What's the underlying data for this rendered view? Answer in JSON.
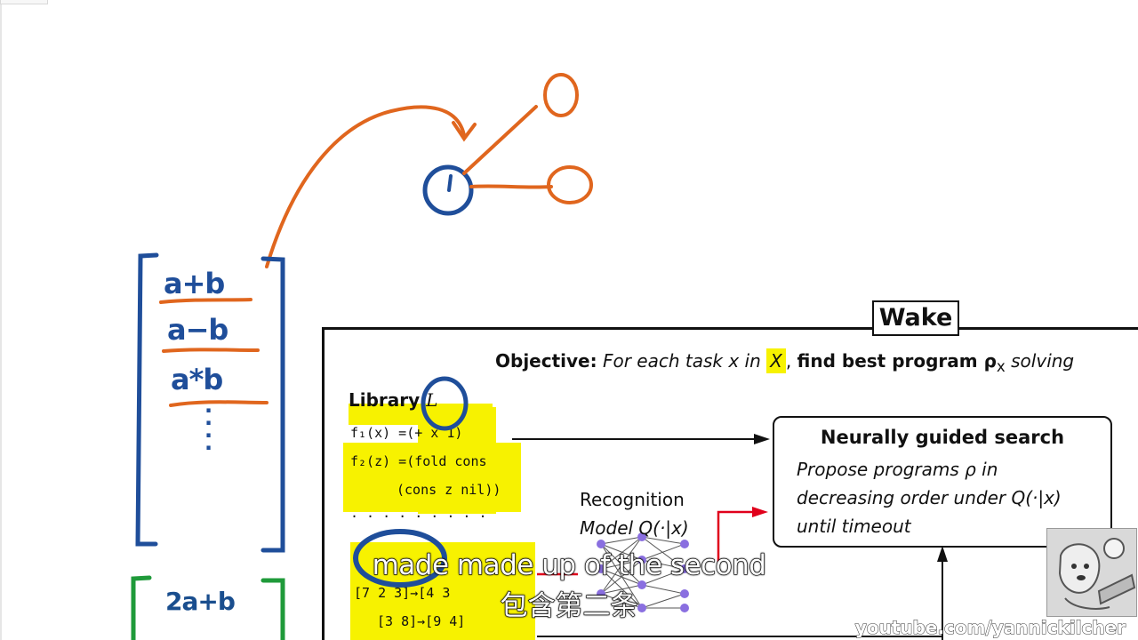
{
  "figure": {
    "wake_label": "Wake",
    "objective": {
      "prefix": "Objective:",
      "middle": "For each task x in",
      "X": "X",
      "comma": ",",
      "bold": "find best program ρ",
      "sub": "x",
      "tail": "solving"
    },
    "library": {
      "title": "Library",
      "symbol": "L",
      "f1": "f₁(x) =(+ x 1)",
      "f2a": "f₂(z) =(fold cons",
      "f2b": "(cons z nil))",
      "ellipsis": ". . . . . . . . .",
      "ex1": "[7 2 3]→[4 3",
      "ex2": "[3 8]→[9 4]"
    },
    "recognition": {
      "line1": "Recognition",
      "line2": "Model Q(·|x)"
    },
    "search": {
      "title": "Neurally guided search",
      "line1": "Propose programs ρ in",
      "line2": "decreasing order under Q(·|x)",
      "line3": "until timeout"
    }
  },
  "handwriting": {
    "row1": "a+b",
    "row2": "a−b",
    "row3": "a*b",
    "row4": "2a+b"
  },
  "subtitles": {
    "english": "made made up of the second",
    "chinese": "包含第二条"
  },
  "watermark": "youtube.com/yannickilcher",
  "colors": {
    "ink_blue": "#1f4e9a",
    "ink_orange": "#e0661e",
    "ink_green": "#1f9a3a",
    "highlight": "#f7f200",
    "arrow_red": "#e0001b"
  }
}
